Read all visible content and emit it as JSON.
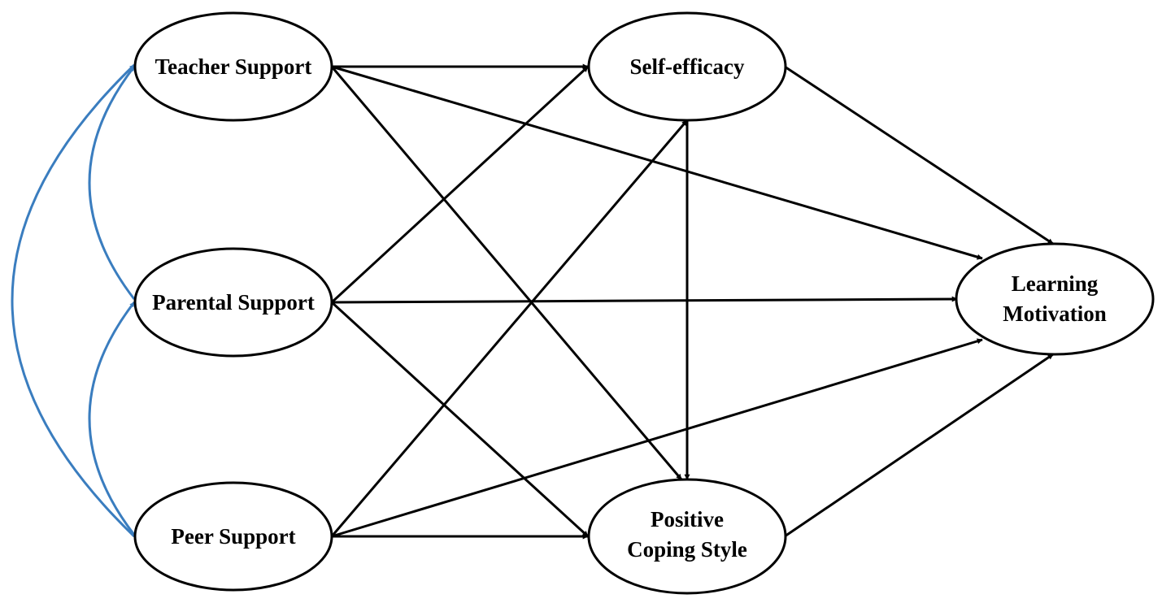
{
  "diagram": {
    "colors": {
      "path_color": "#000000",
      "covariance_color": "#3a7dbf"
    },
    "nodes": {
      "teacher": {
        "lines": [
          "Teacher Support"
        ]
      },
      "parental": {
        "lines": [
          "Parental Support"
        ]
      },
      "peer": {
        "lines": [
          "Peer Support"
        ]
      },
      "selfefficacy": {
        "lines": [
          "Self-efficacy"
        ]
      },
      "coping": {
        "lines": [
          "Positive",
          "Coping Style"
        ]
      },
      "motivation": {
        "lines": [
          "Learning",
          "Motivation"
        ]
      }
    },
    "paths": [
      {
        "from": "teacher",
        "to": "selfefficacy"
      },
      {
        "from": "teacher",
        "to": "coping"
      },
      {
        "from": "teacher",
        "to": "motivation"
      },
      {
        "from": "parental",
        "to": "selfefficacy"
      },
      {
        "from": "parental",
        "to": "coping"
      },
      {
        "from": "parental",
        "to": "motivation"
      },
      {
        "from": "peer",
        "to": "selfefficacy"
      },
      {
        "from": "peer",
        "to": "coping"
      },
      {
        "from": "peer",
        "to": "motivation"
      },
      {
        "from": "selfefficacy",
        "to": "coping"
      },
      {
        "from": "selfefficacy",
        "to": "motivation"
      },
      {
        "from": "coping",
        "to": "motivation"
      }
    ],
    "covariances": [
      {
        "from": "teacher",
        "to": "parental"
      },
      {
        "from": "parental",
        "to": "peer"
      },
      {
        "from": "teacher",
        "to": "peer"
      }
    ]
  }
}
